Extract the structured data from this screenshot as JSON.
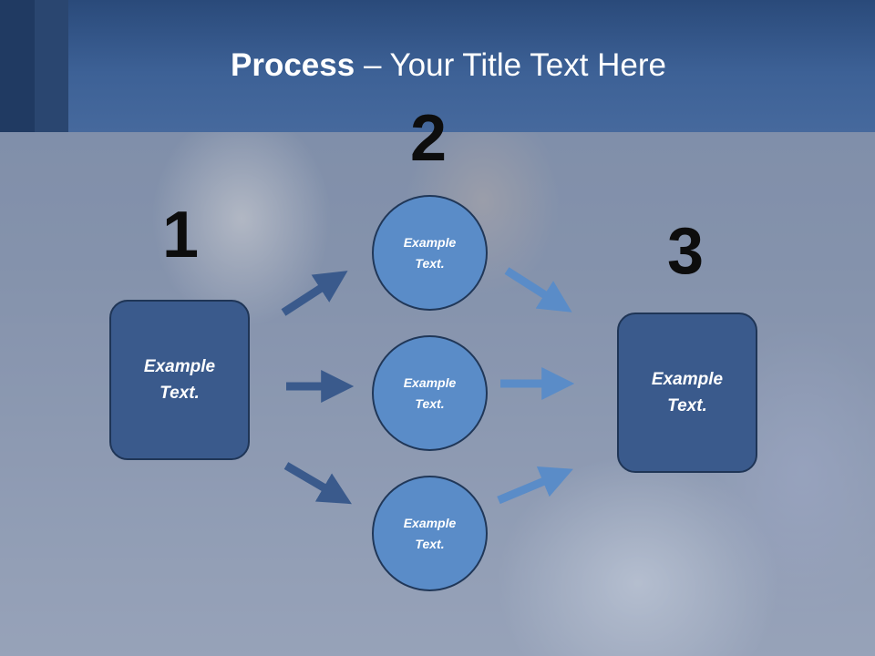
{
  "title": {
    "bold": "Process",
    "rest": " – Your Title Text Here"
  },
  "steps": {
    "one": "1",
    "two": "2",
    "three": "3"
  },
  "left_box": {
    "line1": "Example",
    "line2": "Text."
  },
  "circles": [
    {
      "line1": "Example",
      "line2": "Text."
    },
    {
      "line1": "Example",
      "line2": "Text."
    },
    {
      "line1": "Example",
      "line2": "Text."
    }
  ],
  "right_box": {
    "line1": "Example",
    "line2": "Text."
  },
  "colors": {
    "header": "#3d6196",
    "box_fill": "#3a5a8c",
    "circle_fill": "#5a8cc8",
    "arrow_dark": "#3a5a8c",
    "arrow_light": "#5a8cc8"
  }
}
